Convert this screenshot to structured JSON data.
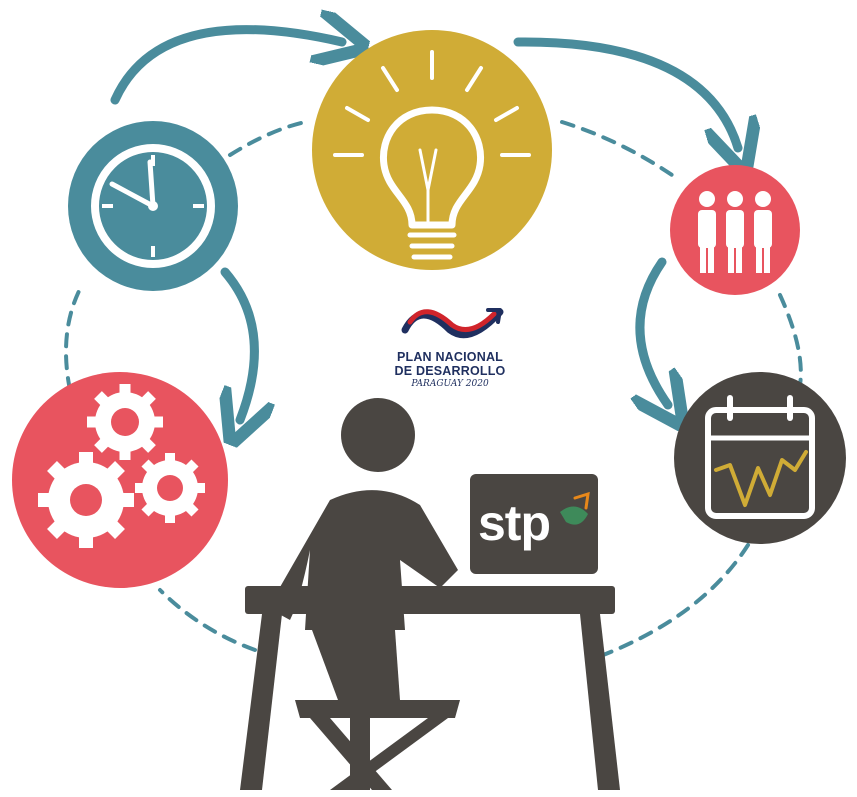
{
  "logo": {
    "line1": "PLAN NACIONAL",
    "line2": "DE DESARROLLO",
    "line3": "PARAGUAY 2020"
  },
  "laptop": {
    "brand": "stp"
  },
  "colors": {
    "teal": "#4a8c9c",
    "mustard": "#d0ac36",
    "coral": "#e8545f",
    "dark": "#4a4642",
    "navy": "#1f2f5f",
    "red": "#d0242b"
  },
  "icons": [
    "clock-icon",
    "lightbulb-icon",
    "people-icon",
    "gears-icon",
    "calendar-chart-icon",
    "person-at-desk-icon",
    "laptop-icon"
  ]
}
